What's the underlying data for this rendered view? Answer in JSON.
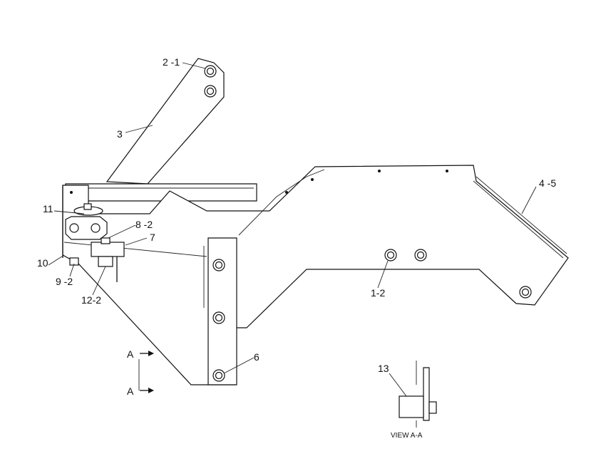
{
  "callouts": {
    "c2_1": "2 -1",
    "c3": "3",
    "c4_5": "4 -5",
    "c11": "11",
    "c8_2": "8 -2",
    "c7": "7",
    "c10": "10",
    "c9_2": "9 -2",
    "c12_2": "12-2",
    "c1_2": "1-2",
    "c6": "6",
    "c13": "13"
  },
  "section_marks": {
    "a_upper": "A",
    "a_lower": "A"
  },
  "view_caption": "VIEW  A-A",
  "colors": {
    "ink": "#111111",
    "paper": "#ffffff"
  }
}
